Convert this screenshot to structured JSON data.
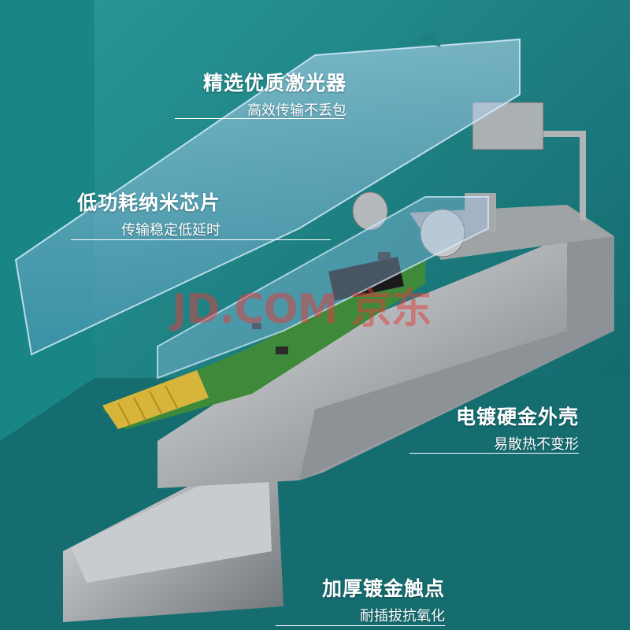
{
  "callouts": [
    {
      "title": "精选优质激光器",
      "subtitle": "高效传输不丢包"
    },
    {
      "title": "低功耗纳米芯片",
      "subtitle": "传输稳定低延时"
    },
    {
      "title": "电镀硬金外壳",
      "subtitle": "易散热不变形"
    },
    {
      "title": "加厚镀金触点",
      "subtitle": "耐插拔抗氧化"
    }
  ],
  "watermark": "JD.COM 京东",
  "colors": {
    "background": "#1d7f80",
    "pcb": "#3f8a3a",
    "gold": "#d7b53a",
    "shell": "#9fc4e6",
    "metal": "#b9bcbf"
  }
}
